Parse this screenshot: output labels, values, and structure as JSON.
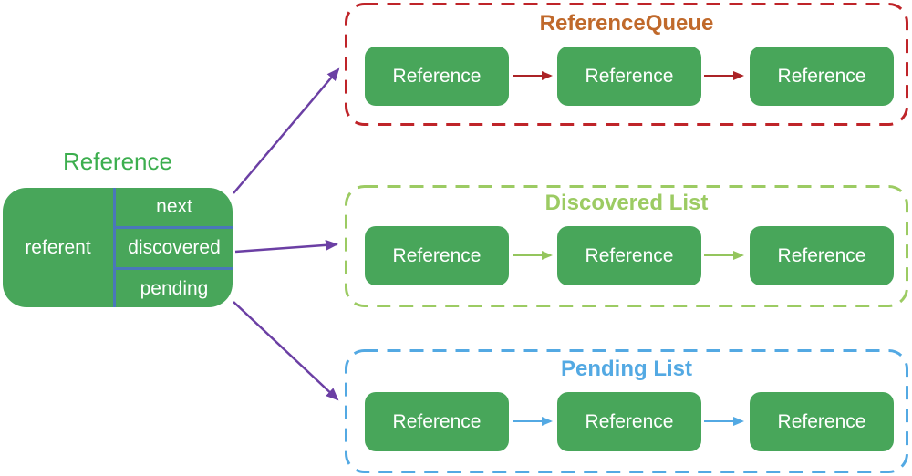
{
  "reference_struct": {
    "title": "Reference",
    "referent_field": "referent",
    "pointer_fields": [
      "next",
      "discovered",
      "pending"
    ]
  },
  "lists": [
    {
      "title": "ReferenceQueue",
      "title_color": "#c0692b",
      "border_color": "#bf2429",
      "arrow_color": "#ab2326",
      "items": [
        "Reference",
        "Reference",
        "Reference"
      ]
    },
    {
      "title": "Discovered List",
      "title_color": "#9ccb63",
      "border_color": "#9ccb63",
      "arrow_color": "#94c55d",
      "items": [
        "Reference",
        "Reference",
        "Reference"
      ]
    },
    {
      "title": "Pending List",
      "title_color": "#53a9e3",
      "border_color": "#53a9e3",
      "arrow_color": "#53a9e3",
      "items": [
        "Reference",
        "Reference",
        "Reference"
      ]
    }
  ],
  "colors": {
    "node_fill": "#48a65a",
    "node_text": "#ffffff",
    "struct_title": "#3cae4e",
    "divider": "#4a77bb",
    "link_arrow": "#6b3fa4"
  }
}
